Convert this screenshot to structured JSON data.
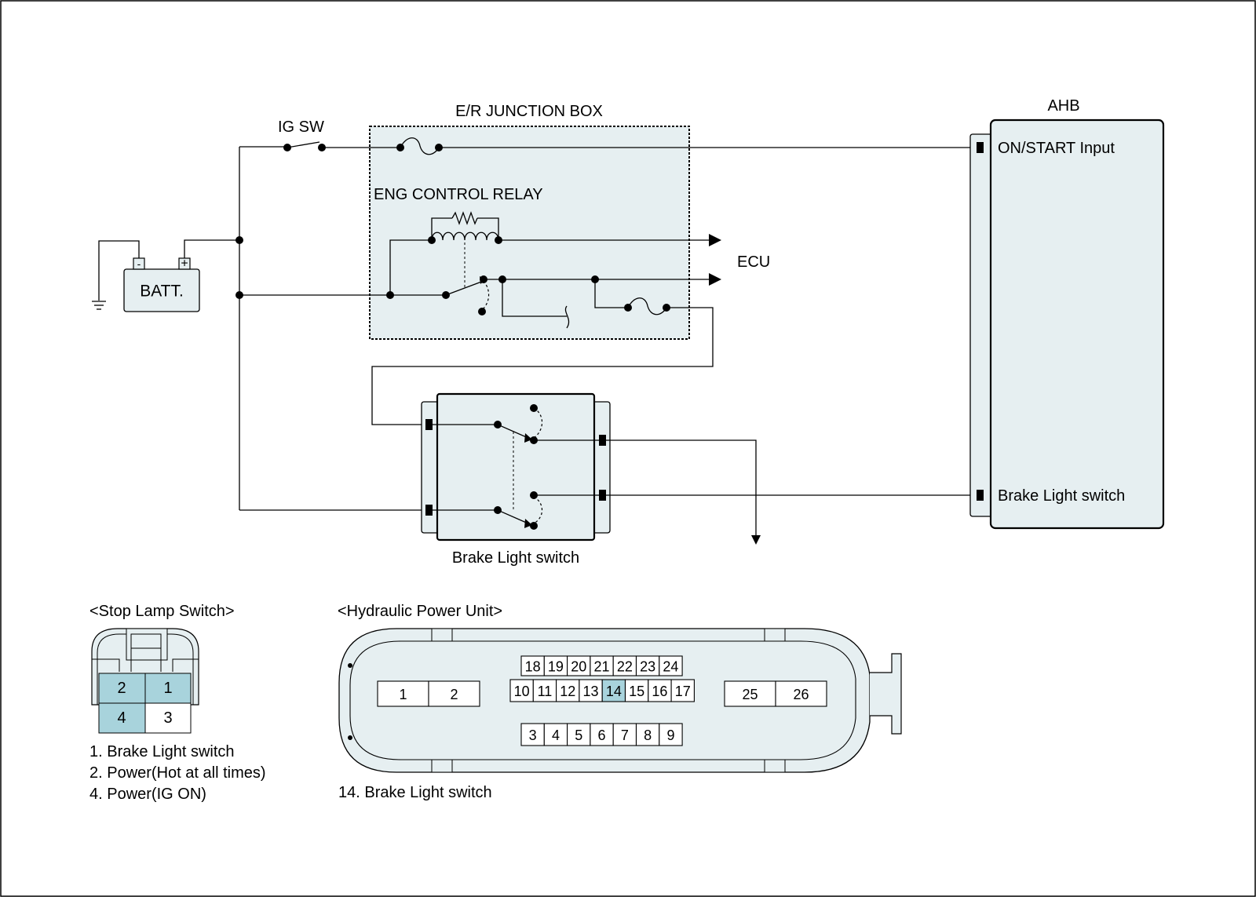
{
  "labels": {
    "ig_sw": "IG SW",
    "junction_box": "E/R JUNCTION BOX",
    "eng_relay": "ENG  CONTROL RELAY",
    "ecu": "ECU",
    "batt": "BATT.",
    "batt_minus": "-",
    "batt_plus": "+",
    "ahb": "AHB",
    "ahb_on_start": "ON/START Input",
    "ahb_brake": "Brake Light switch",
    "brake_switch": "Brake Light switch"
  },
  "stop_lamp": {
    "title": "<Stop Lamp Switch>",
    "pins": [
      "2",
      "1",
      "4",
      "3"
    ],
    "highlight_pins": [
      "2",
      "1",
      "4"
    ],
    "notes": [
      "1. Brake Light switch",
      "2. Power(Hot at all times)",
      "4. Power(IG ON)"
    ]
  },
  "hpu": {
    "title": "<Hydraulic Power Unit>",
    "left_pins": [
      "1",
      "2"
    ],
    "top_row": [
      "18",
      "19",
      "20",
      "21",
      "22",
      "23",
      "24"
    ],
    "mid_row": [
      "10",
      "11",
      "12",
      "13",
      "14",
      "15",
      "16",
      "17"
    ],
    "bottom_row": [
      "3",
      "4",
      "5",
      "6",
      "7",
      "8",
      "9"
    ],
    "right_pins": [
      "25",
      "26"
    ],
    "highlight_pin": "14",
    "note": "14. Brake Light switch"
  },
  "colors": {
    "fill": "#e6eff1",
    "highlight": "#a8d3dc"
  }
}
